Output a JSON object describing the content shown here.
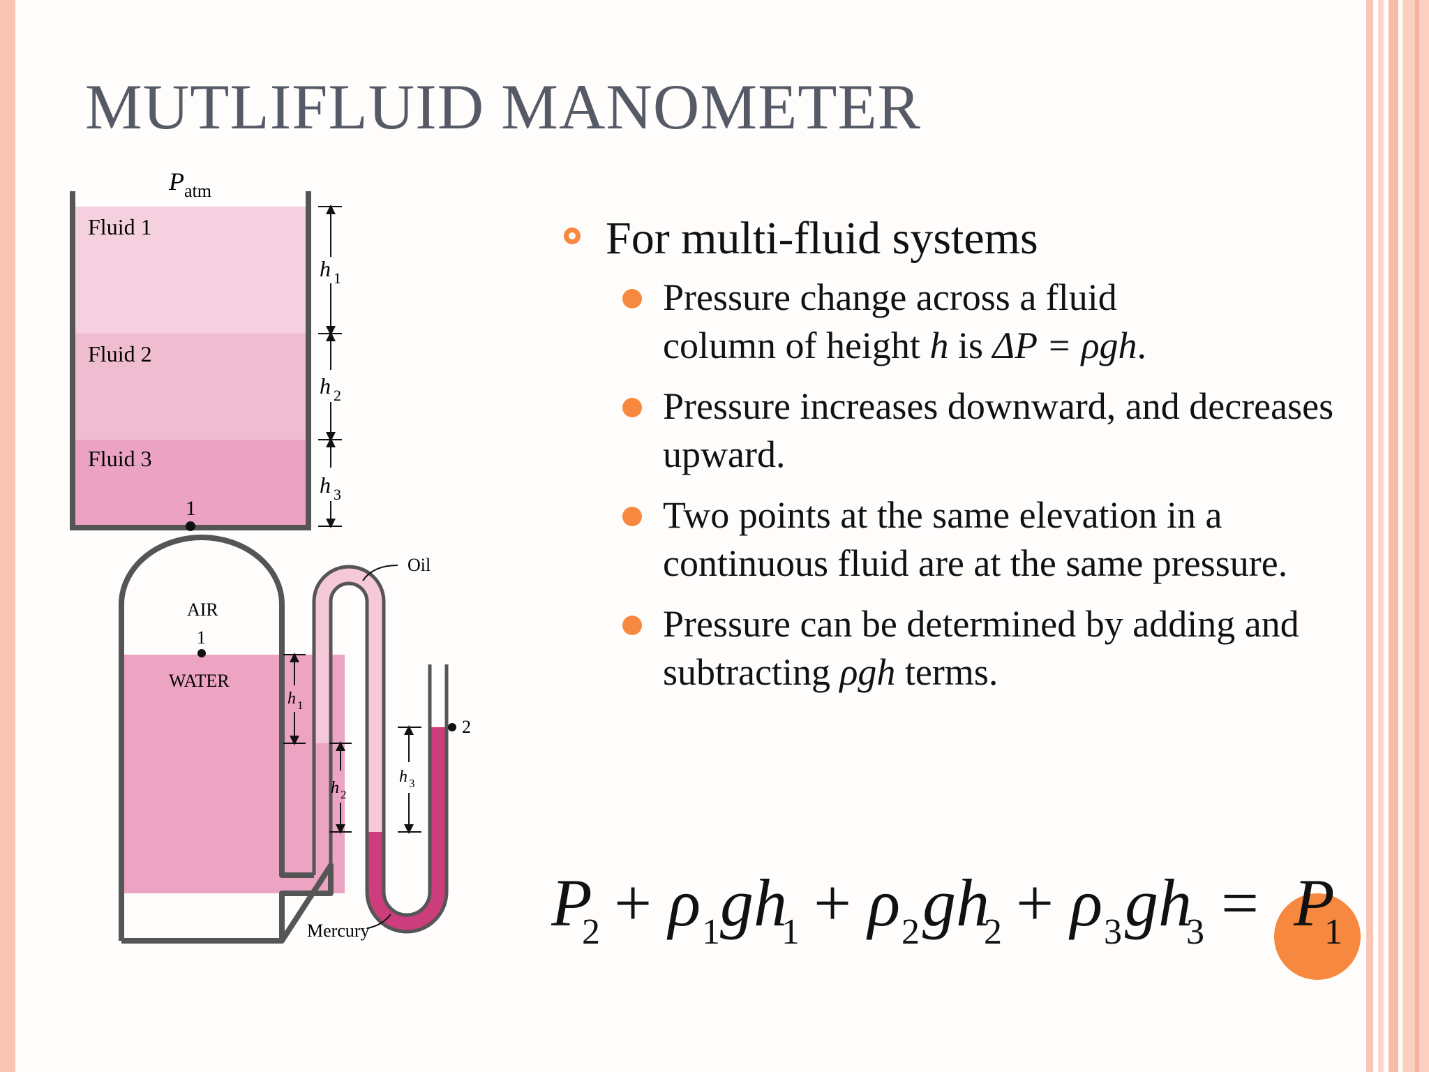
{
  "slide": {
    "title": "MUTLIFLUID MANOMETER",
    "colors": {
      "accent": "#f7883f",
      "title": "#555a66",
      "fluid1": "#f5d0df",
      "fluid2": "#f0bcd0",
      "fluid3": "#eca3c3",
      "water": "#eca4c2",
      "oil": "#f5c9da",
      "mercury": "#cc3d7b"
    }
  },
  "diagram": {
    "top": {
      "p_atm": "P",
      "p_atm_sub": "atm",
      "fluid1": "Fluid 1",
      "fluid2": "Fluid 2",
      "fluid3": "Fluid 3",
      "h1": "h",
      "h1_sub": "1",
      "h2": "h",
      "h2_sub": "2",
      "h3": "h",
      "h3_sub": "3",
      "point": "1"
    },
    "bottom": {
      "air": "AIR",
      "water": "WATER",
      "oil": "Oil",
      "mercury": "Mercury",
      "point1": "1",
      "point2": "2",
      "h1": "h",
      "h1_sub": "1",
      "h2": "h",
      "h2_sub": "2",
      "h3": "h",
      "h3_sub": "3"
    }
  },
  "content": {
    "main_bullet": "For multi-fluid systems",
    "b1_line1": "Pressure change across a fluid",
    "b1_pre": "column of height ",
    "b1_h": "h",
    "b1_is": " is ",
    "b1_formula": "ΔP = ρgh",
    "b1_end": ".",
    "b2": "Pressure increases downward, and decreases upward.",
    "b3": "Two points at the same elevation in a continuous fluid are at the same pressure.",
    "b4_pre": "Pressure can be determined by adding and subtracting ",
    "b4_rgh": "ρgh",
    "b4_post": " terms."
  },
  "equation": {
    "p2": "P",
    "p2_sub": "2",
    "plus1": "+",
    "rho1": "ρ",
    "rho1_sub": "1",
    "g1": "gh",
    "h1_sub": "1",
    "plus2": "+",
    "rho2": "ρ",
    "rho2_sub": "2",
    "g2": "gh",
    "h2_sub": "2",
    "plus3": "+",
    "rho3": "ρ",
    "rho3_sub": "3",
    "g3": "gh",
    "h3_sub": "3",
    "equals": "=",
    "p1": "P",
    "p1_sub": "1"
  }
}
